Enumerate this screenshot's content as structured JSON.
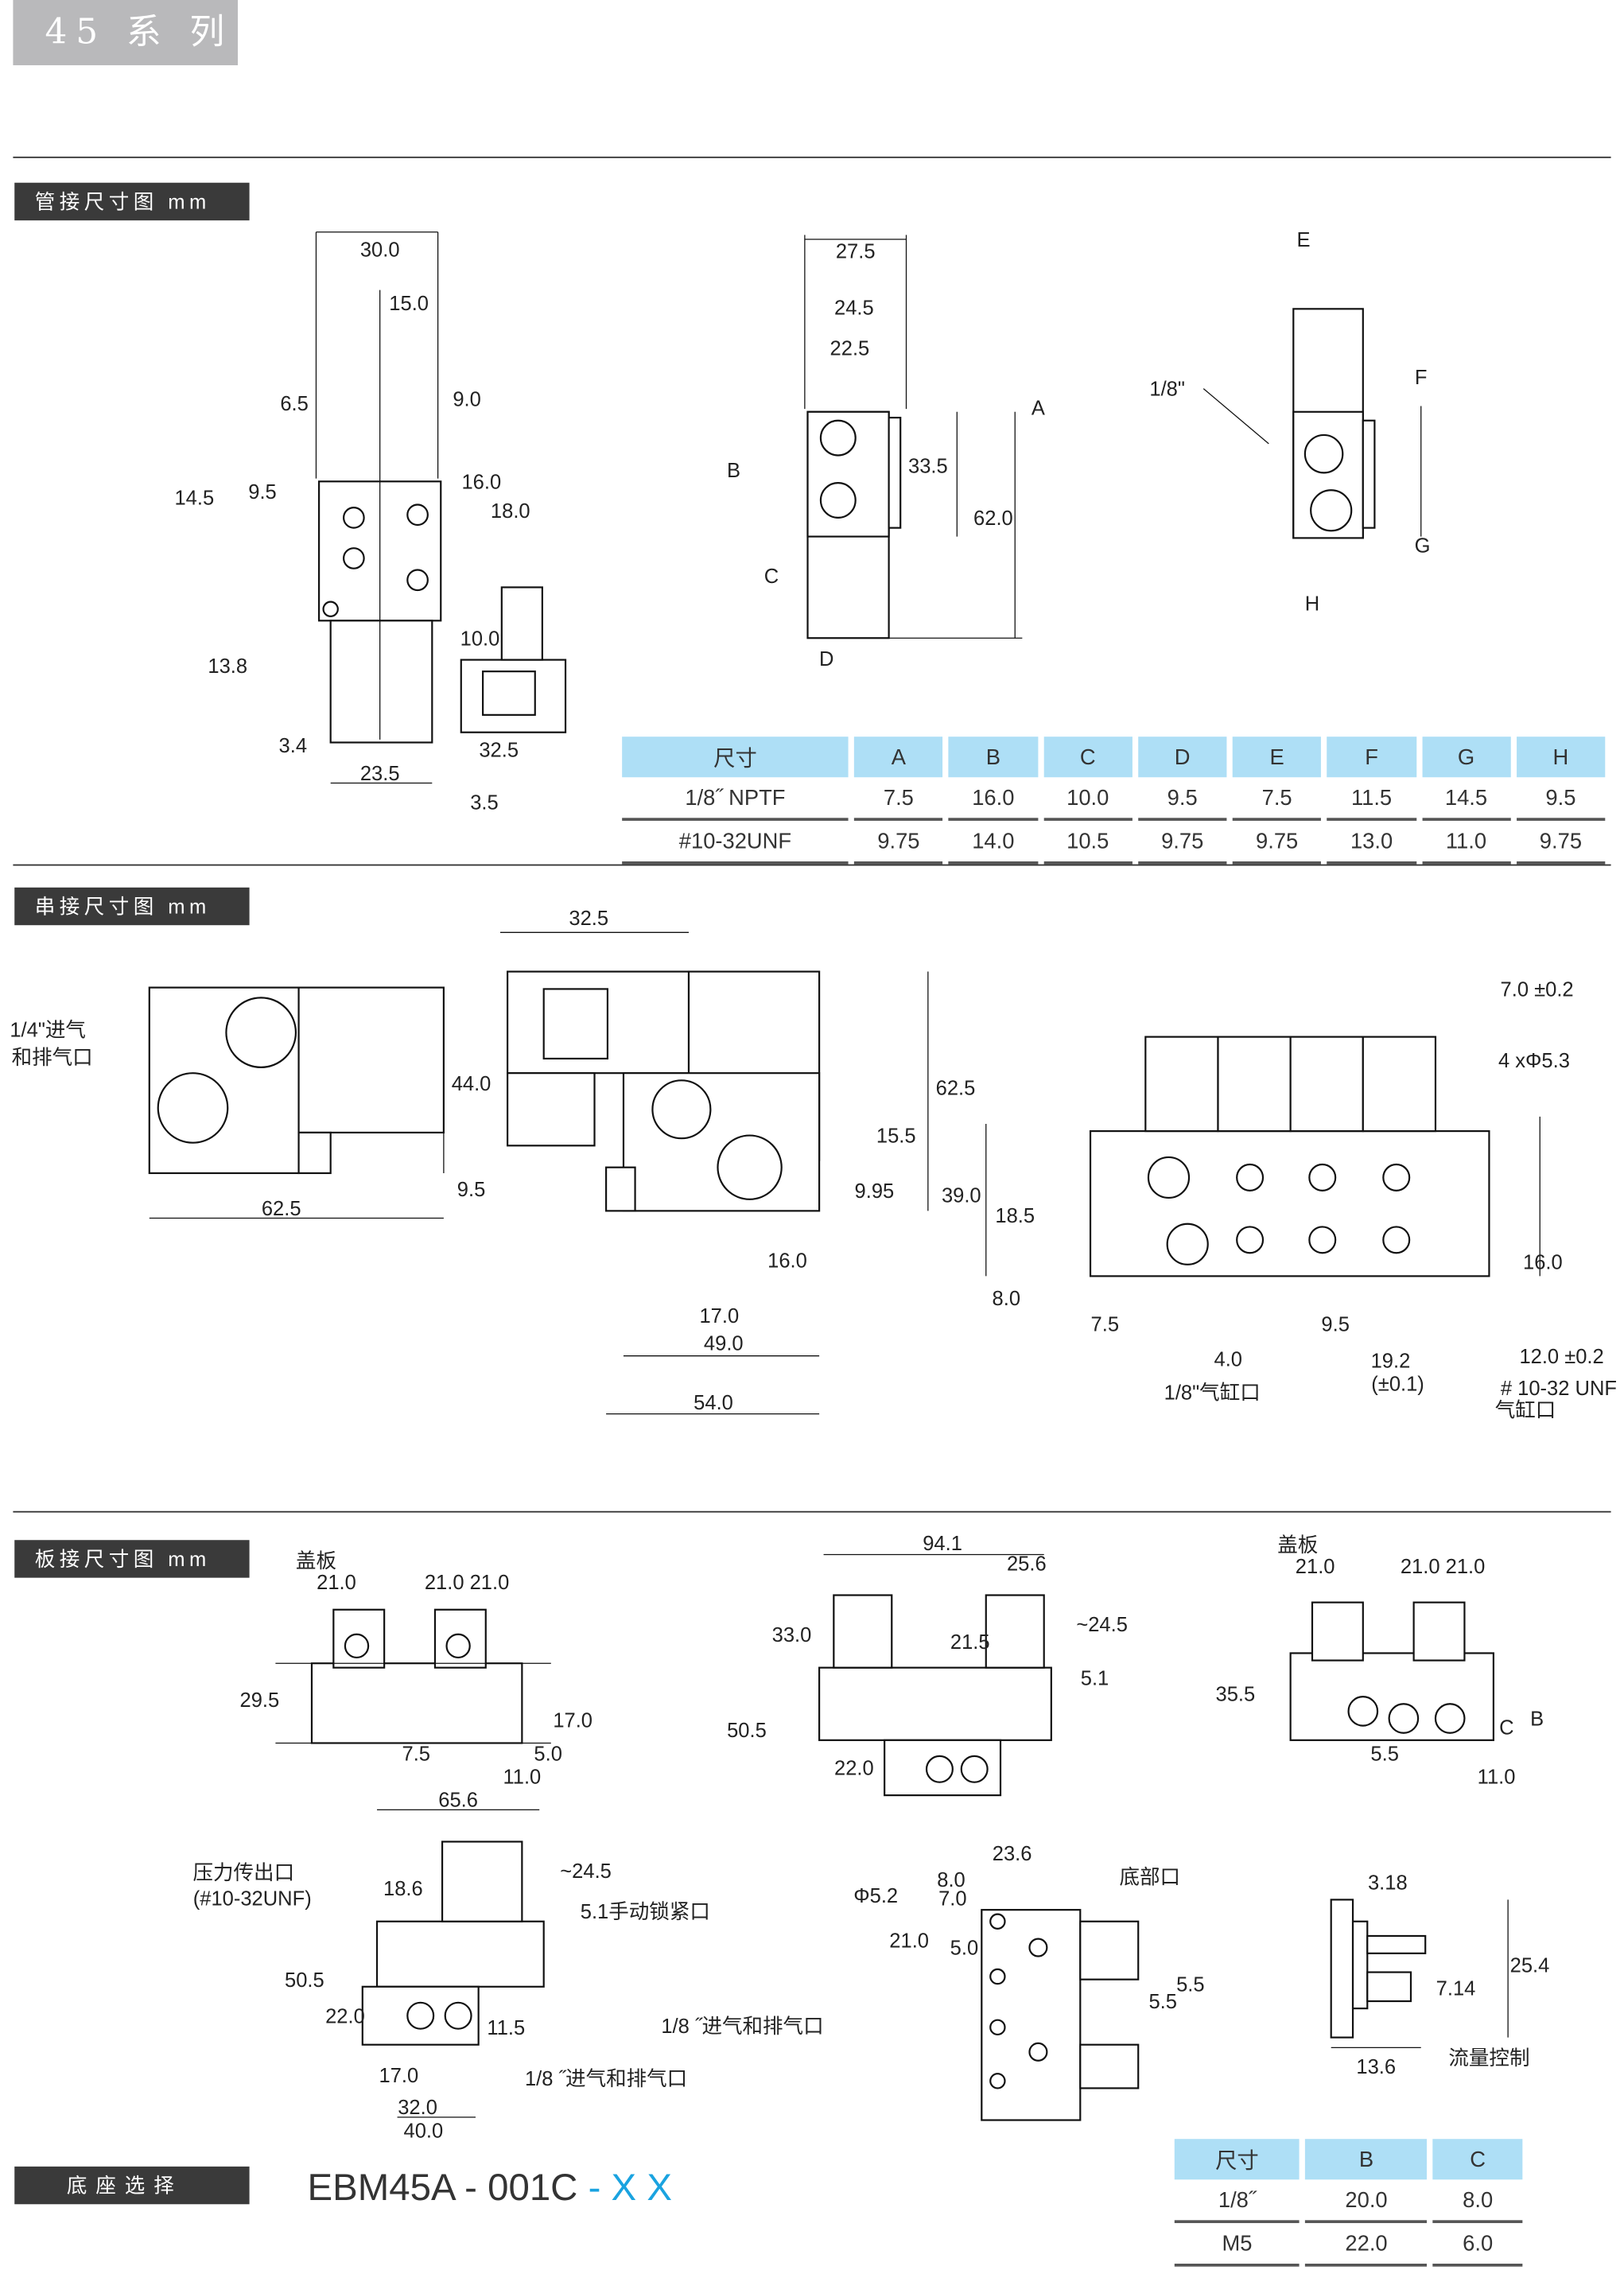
{
  "series_title": "45 系 列",
  "sections": {
    "pipe": "管接尺寸图 mm",
    "inline": "串接尺寸图 mm",
    "plate": "板接尺寸图 mm",
    "base": "底座选择"
  },
  "labels": [
    "30.0",
    "15.0",
    "6.5",
    "9.0",
    "14.5",
    "9.5",
    "16.0",
    "18.0",
    "10.0",
    "13.8",
    "3.4",
    "23.5",
    "32.5",
    "3.5",
    "27.5",
    "24.5",
    "22.5",
    "A",
    "B",
    "33.5",
    "62.0",
    "C",
    "D",
    "E",
    "1/8\"",
    "F",
    "G",
    "H",
    "1/4\"进气",
    "和排气口",
    "44.0",
    "62.5",
    "32.5",
    "62.5",
    "15.5",
    "9.5",
    "9.95",
    "39.0",
    "16.0",
    "17.0",
    "49.0",
    "54.0",
    "7.0 ±0.2",
    "4 xΦ5.3",
    "18.5",
    "16.0",
    "8.0",
    "7.5",
    "9.5",
    "4.0",
    "19.2",
    "(±0.1)",
    "12.0 ±0.2",
    "1/8\"气缸口",
    "# 10-32 UNF",
    "气缸口",
    "盖板",
    "21.0",
    "21.0  21.0",
    "29.5",
    "17.0",
    "7.5",
    "5.0",
    "11.0",
    "94.1",
    "25.6",
    "33.0",
    "~24.5",
    "21.5",
    "5.1",
    "50.5",
    "22.0",
    "盖板",
    "21.0",
    "21.0  21.0",
    "35.5",
    "B",
    "C",
    "5.5",
    "11.0",
    "65.6",
    "~24.5",
    "压力传出口",
    "(#10-32UNF)",
    "18.6",
    "5.1手动锁紧口",
    "50.5",
    "22.0",
    "11.5",
    "1/8 ˝进气和排气口",
    "17.0",
    "1/8 ˝进气和排气口",
    "32.0",
    "40.0",
    "23.6",
    "底部口",
    "Φ5.2",
    "8.0",
    "7.0",
    "21.0",
    "5.0",
    "5.5",
    "5.5",
    "3.18",
    "25.4",
    "7.14",
    "13.6",
    "流量控制"
  ],
  "port_table": {
    "headers": [
      "尺寸",
      "A",
      "B",
      "C",
      "D",
      "E",
      "F",
      "G",
      "H"
    ],
    "rows": [
      [
        "1/8˝ NPTF",
        "7.5",
        "16.0",
        "10.0",
        "9.5",
        "7.5",
        "11.5",
        "14.5",
        "9.5"
      ],
      [
        "#10-32UNF",
        "9.75",
        "14.0",
        "10.5",
        "9.75",
        "9.75",
        "13.0",
        "11.0",
        "9.75"
      ]
    ]
  },
  "base_table": {
    "headers": [
      "尺寸",
      "B",
      "C"
    ],
    "rows": [
      [
        "1/8˝",
        "20.0",
        "8.0"
      ],
      [
        "M5",
        "22.0",
        "6.0"
      ]
    ]
  },
  "model": {
    "code": "EBM45A - 001C",
    "suffix": " - X X"
  },
  "colors": {
    "accent": "#1aa3e0",
    "table_header": "#aedff6",
    "section_bg": "#3a3a3a"
  }
}
